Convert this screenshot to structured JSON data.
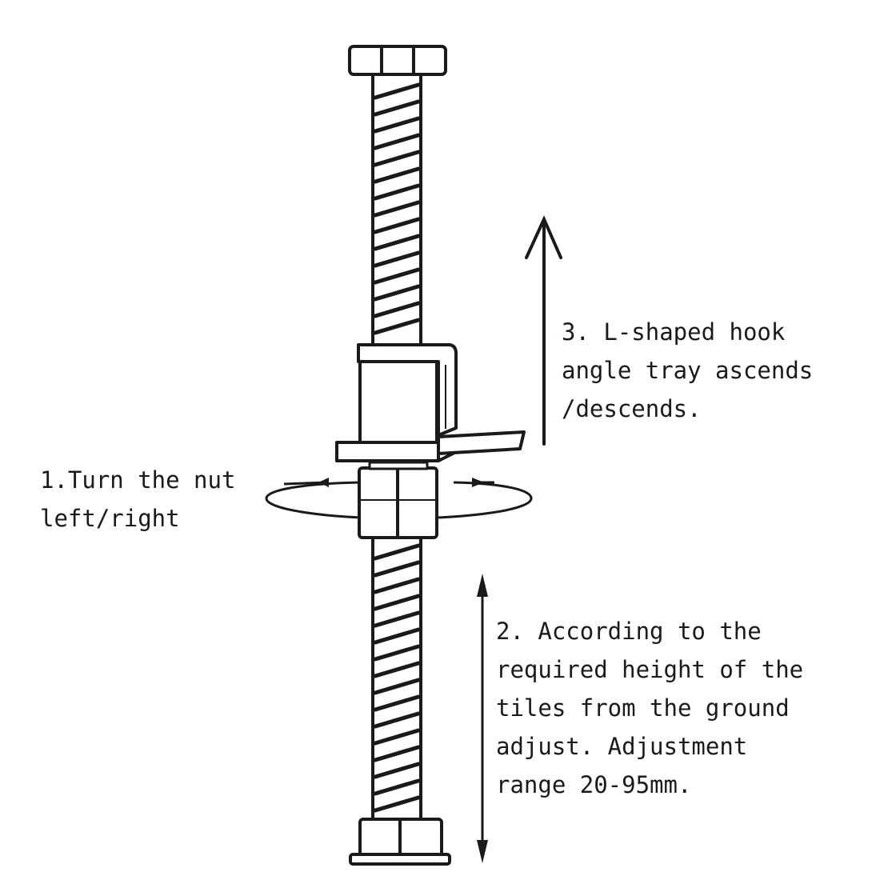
{
  "captions": {
    "nut": {
      "line1": "1.Turn the nut",
      "line2": "left/right"
    },
    "adjust": {
      "line1": "2. According to the",
      "line2": "required height of the",
      "line3": "tiles from the ground",
      "line4": "adjust. Adjustment",
      "line5": "range 20-95mm."
    },
    "hook": {
      "line1": "3. L-shaped hook",
      "line2": "angle tray ascends",
      "line3": "/descends."
    }
  },
  "colors": {
    "ink": "#1a1a1a",
    "background": "#ffffff"
  }
}
